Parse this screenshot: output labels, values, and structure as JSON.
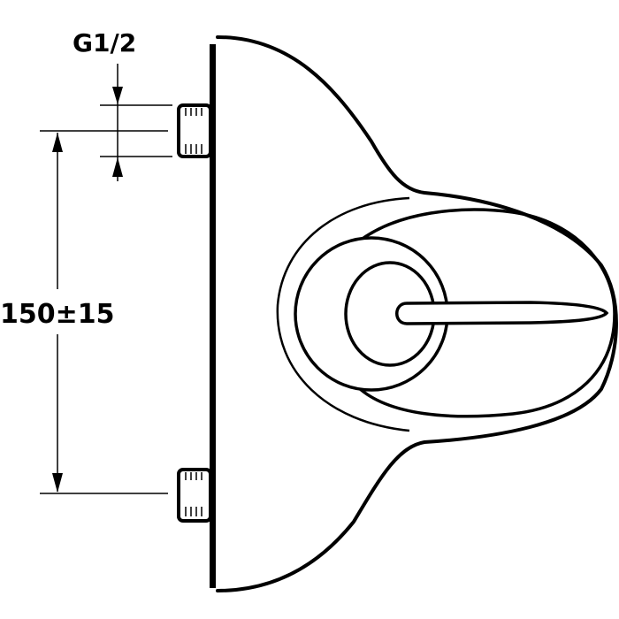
{
  "diagram": {
    "type": "technical-drawing",
    "subject": "single-lever wall-mounted mixer, front elevation",
    "colors": {
      "line": "#000000",
      "background": "#ffffff"
    },
    "dimensions": {
      "thread_label": "G1/2",
      "spacing_label": "150±15"
    }
  }
}
